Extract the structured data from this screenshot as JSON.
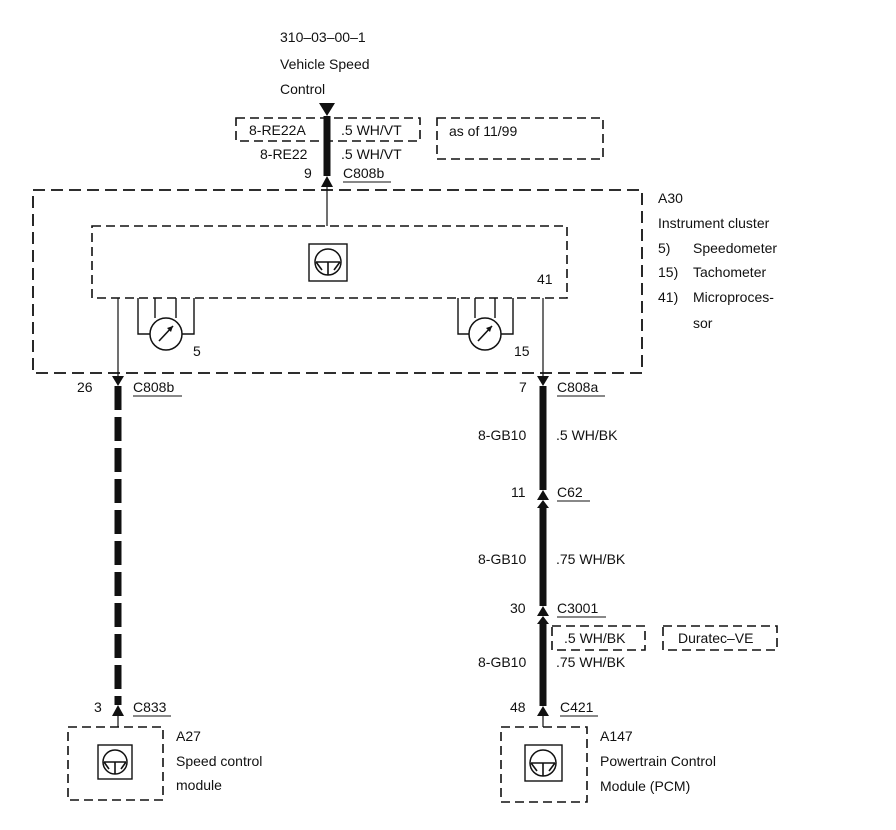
{
  "colors": {
    "ink": "#111111",
    "paper": "#ffffff"
  },
  "header": {
    "ref": "310–03–00–1",
    "title_line1": "Vehicle Speed",
    "title_line2": "Control"
  },
  "top_circuits": {
    "variant_circuit": "8-RE22A",
    "variant_wire": ".5 WH/VT",
    "variant_note": "as of 11/99",
    "circuit": "8-RE22",
    "wire": ".5 WH/VT",
    "pin": "9",
    "connector": "C808b"
  },
  "cluster": {
    "id": "A30",
    "name": "Instrument cluster",
    "legend": [
      {
        "num": "5)",
        "text": "Speedometer"
      },
      {
        "num": "15)",
        "text": "Tachometer"
      },
      {
        "num": "41)",
        "text": "Microproces-"
      },
      {
        "num": "",
        "text": "sor"
      }
    ],
    "processor_pin": "41",
    "speedometer_num": "5",
    "tachometer_num": "15",
    "icons": {
      "processor": "control-module-icon",
      "gauge": "gauge-icon"
    }
  },
  "left_path": {
    "out_pin": "26",
    "out_connector": "C808b",
    "end_pin": "3",
    "end_connector": "C833"
  },
  "right_path": {
    "out_pin": "7",
    "out_connector": "C808a",
    "seg1_circuit": "8-GB10",
    "seg1_wire": ".5 WH/BK",
    "mid_pin": "11",
    "mid_connector": "C62",
    "seg2_circuit": "8-GB10",
    "seg2_wire": ".75 WH/BK",
    "c3001_pin": "30",
    "c3001_connector": "C3001",
    "variant_wire": ".5 WH/BK",
    "variant_note": "Duratec–VE",
    "seg3_circuit": "8-GB10",
    "seg3_wire": ".75 WH/BK",
    "end_pin": "48",
    "end_connector": "C421"
  },
  "modules": {
    "a27": {
      "id": "A27",
      "name_line1": "Speed control",
      "name_line2": "module"
    },
    "a147": {
      "id": "A147",
      "name_line1": "Powertrain Control",
      "name_line2": "Module (PCM)"
    }
  }
}
